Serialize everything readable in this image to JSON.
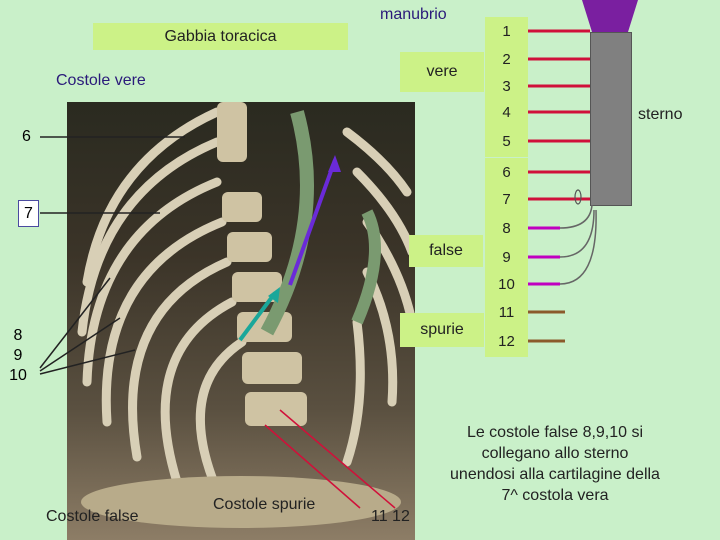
{
  "title": "Gabbia toracica",
  "manubrio": "manubrio",
  "costole_vere": "Costole vere",
  "vere": "vere",
  "sterno": "sterno",
  "false_label": "false",
  "spurie_label": "spurie",
  "costole_false": "Costole false",
  "costole_spurie": "Costole spurie",
  "bottom_1112": "11 12",
  "side_6": "6",
  "side_7": "7",
  "side_8": "8",
  "side_9": "9",
  "side_10": "10",
  "numbers": [
    "1",
    "2",
    "3",
    "4",
    "5",
    "6",
    "7",
    "8",
    "9",
    "10",
    "11",
    "12"
  ],
  "note": "Le costole false 8,9,10 si collegano allo sterno unendosi alla cartilagine della 7^ costola vera",
  "colors": {
    "background": "#c9f0c9",
    "box": "#ccf287",
    "vere_line": "#d0103a",
    "false_line": "#c000c0",
    "spurie_line": "#8b5a2b",
    "manubrio": "#7a1fa0",
    "arrow_purple": "#6a2ad8",
    "arrow_teal": "#1aa79a"
  }
}
